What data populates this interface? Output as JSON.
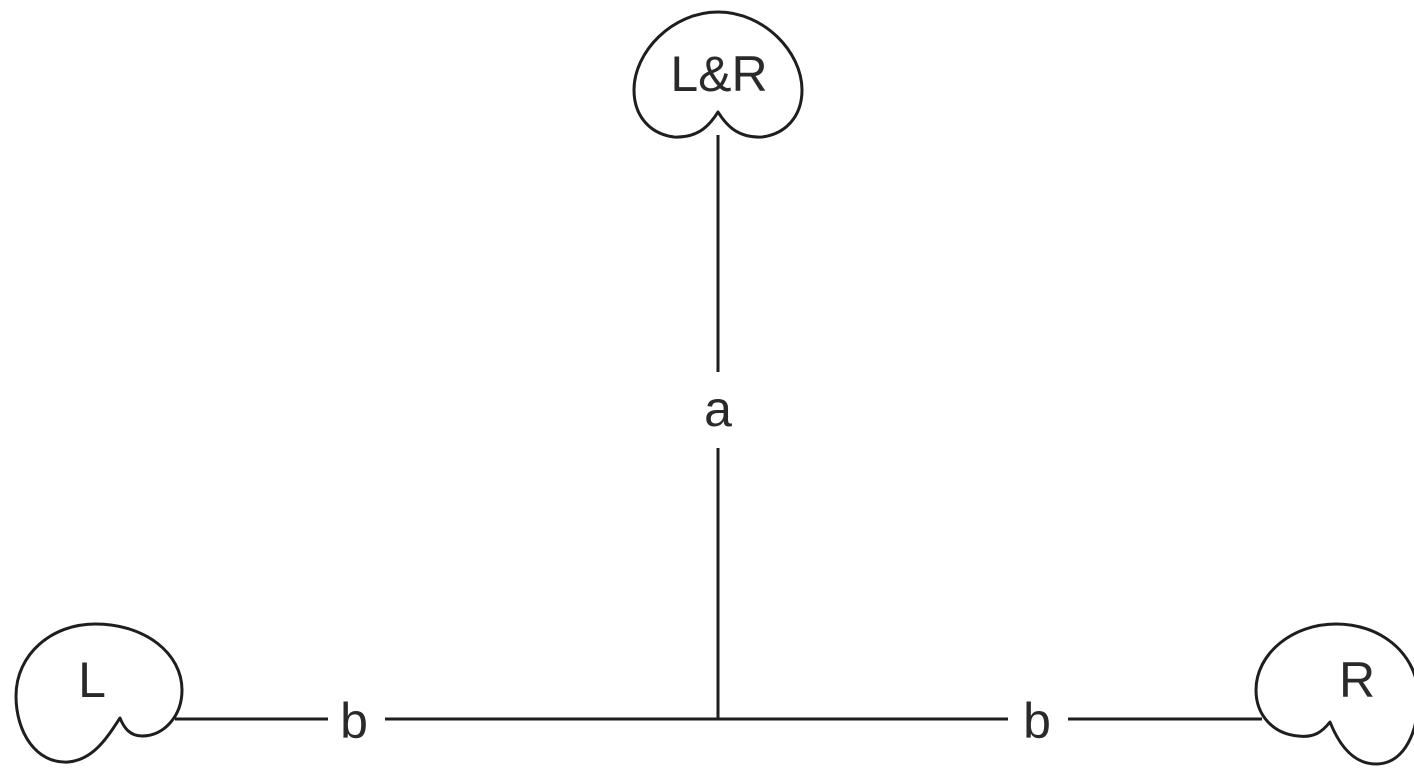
{
  "nodes": {
    "top": {
      "label": "L&R"
    },
    "left": {
      "label": "L"
    },
    "right": {
      "label": "R"
    }
  },
  "edges": {
    "vertical": {
      "label": "a"
    },
    "left": {
      "label": "b"
    },
    "right": {
      "label": "b"
    }
  },
  "colors": {
    "line": "#1e1e1e",
    "text": "#2a2a2a",
    "background": "#ffffff"
  }
}
